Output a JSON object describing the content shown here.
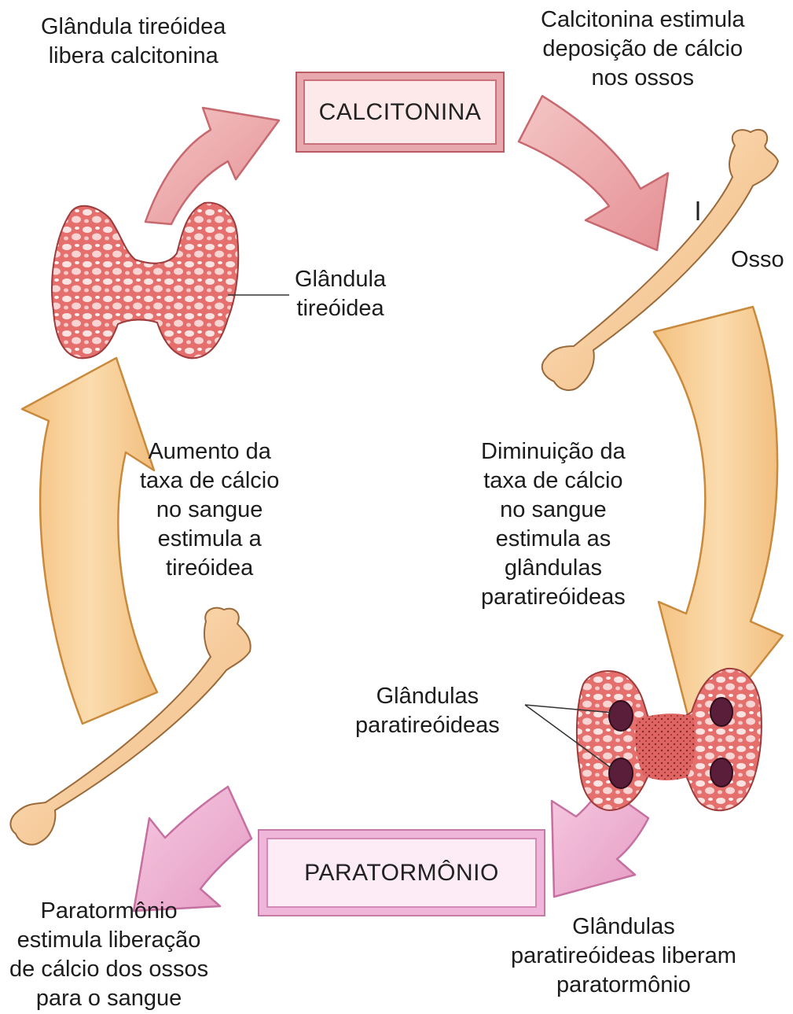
{
  "hormones": {
    "calcitonin": "CALCITONINA",
    "parathormone": "PARATORMÔNIO"
  },
  "captions": {
    "thyroid_releases": [
      "Glândula tireóidea",
      "libera calcitonina"
    ],
    "calcitonin_effect": [
      "Calcitonina estimula",
      "deposição de cálcio",
      "nos ossos"
    ],
    "thyroid_label": [
      "Glândula",
      "tireóidea"
    ],
    "bone_label": [
      "Osso"
    ],
    "increase_calcium": [
      "Aumento da",
      "taxa de cálcio",
      "no sangue",
      "estimula a",
      "tireóidea"
    ],
    "decrease_calcium": [
      "Diminuição da",
      "taxa de cálcio",
      "no sangue",
      "estimula as",
      "glândulas",
      "paratireóideas"
    ],
    "parathyroid_label": [
      "Glândulas",
      "paratireóideas"
    ],
    "parathyroid_releases": [
      "Glândulas",
      "paratireóideas liberam",
      "paratormônio"
    ],
    "parathormone_effect": [
      "Paratormônio",
      "estimula liberação",
      "de cálcio dos ossos",
      "para o sangue"
    ]
  },
  "colors": {
    "calcitonin_arrow": "#eda7a9",
    "calcium_arrow": "#f7cf95",
    "parathormone_arrow": "#eeaccd",
    "bone": "#f6c793",
    "thyroid": "#e87a78",
    "parathyroid_nodule": "#5a1e3a"
  }
}
